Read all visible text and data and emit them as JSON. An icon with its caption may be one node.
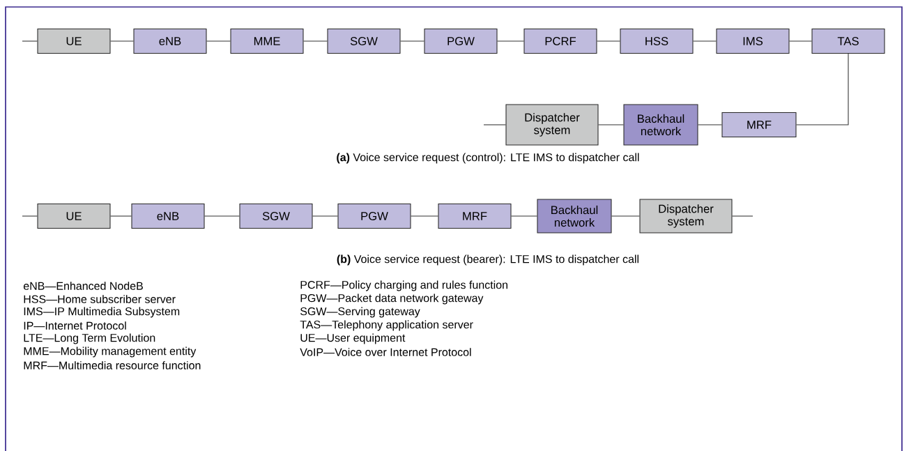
{
  "diagram": {
    "nodes": [
      {
        "text": [
          "UE"
        ]
      },
      {
        "text": [
          "eNB"
        ]
      },
      {
        "text": [
          "MME"
        ]
      },
      {
        "text": [
          "SGW"
        ]
      },
      {
        "text": [
          "PGW"
        ]
      },
      {
        "text": [
          "PCRF"
        ]
      },
      {
        "text": [
          "HSS"
        ]
      },
      {
        "text": [
          "IMS"
        ]
      },
      {
        "text": [
          "TAS"
        ]
      },
      {
        "text": [
          "Dispatcher system"
        ]
      },
      {
        "text": [
          "Backhaul network"
        ]
      },
      {
        "text": [
          "MRF"
        ]
      },
      {
        "text": [
          "UE"
        ]
      },
      {
        "text": [
          "eNB"
        ]
      },
      {
        "text": [
          "SGW"
        ]
      },
      {
        "text": [
          "PGW"
        ]
      },
      {
        "text": [
          "MRF"
        ]
      },
      {
        "text": [
          "Backhaul network"
        ]
      },
      {
        "text": [
          "Dispatcher system"
        ]
      }
    ],
    "edges": [
      {
        "from": null,
        "to": 0,
        "arrow": "none"
      },
      {
        "from": 0,
        "to": 1,
        "arrow": "none"
      },
      {
        "from": 1,
        "to": 2,
        "arrow": "none"
      },
      {
        "from": 2,
        "to": 3,
        "arrow": "none"
      },
      {
        "from": 3,
        "to": 4,
        "arrow": "none"
      },
      {
        "from": 4,
        "to": 5,
        "arrow": "none"
      },
      {
        "from": 5,
        "to": 6,
        "arrow": "none"
      },
      {
        "from": 6,
        "to": 7,
        "arrow": "none"
      },
      {
        "from": 7,
        "to": 8,
        "arrow": "none"
      },
      {
        "from": 8,
        "to": 11,
        "arrow": "none"
      },
      {
        "from": 11,
        "to": 10,
        "arrow": "none"
      },
      {
        "from": 10,
        "to": 9,
        "arrow": "none"
      },
      {
        "from": 9,
        "to": null,
        "arrow": "none"
      },
      {
        "from": null,
        "to": 12,
        "arrow": "none"
      },
      {
        "from": 12,
        "to": 13,
        "arrow": "none"
      },
      {
        "from": 13,
        "to": 14,
        "arrow": "none"
      },
      {
        "from": 14,
        "to": 15,
        "arrow": "none"
      },
      {
        "from": 15,
        "to": 16,
        "arrow": "none"
      },
      {
        "from": 16,
        "to": 17,
        "arrow": "none"
      },
      {
        "from": 17,
        "to": 18,
        "arrow": "none"
      },
      {
        "from": 18,
        "to": null,
        "arrow": "none"
      }
    ],
    "labels": [
      "**(a)** Voice service request (control): LTE IMS to dispatcher call",
      "**(b)** Voice service request (bearer): LTE IMS to dispatcher call",
      "eNB—Enhanced NodeB",
      "HSS—Home subscriber server",
      "IMS—IP Multimedia Subsystem",
      "IP—Internet Protocol",
      "LTE—Long Term Evolution",
      "MME—Mobility management entity",
      "MRF—Multimedia resource function",
      "PCRF—Policy charging and rules function",
      "PGW—Packet data network gateway",
      "SGW—Serving gateway",
      "TAS—Telephony application server",
      "UE—User equipment",
      "VoIP—Voice over Internet Protocol"
    ]
  }
}
